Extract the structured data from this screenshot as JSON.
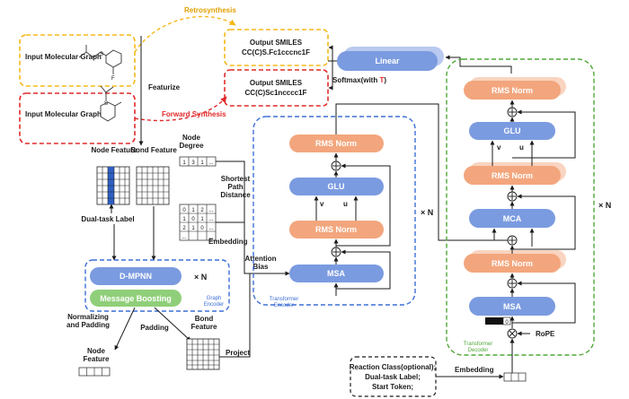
{
  "colors": {
    "blue_block": "#7b9be0",
    "orange_block": "#f3a67d",
    "green_block": "#90cf7a",
    "yellow_dash": "#f5b81a",
    "red_dash": "#e02a2a",
    "blue_dash": "#3b6fd6",
    "green_dash": "#4ea737",
    "retro_text": "#e0a000",
    "forward_text": "#e02a2a",
    "encoder_caption": "#3b6fd6",
    "decoder_caption": "#4ea737"
  },
  "inputs": {
    "top_label": "Input Molecular Graph",
    "bottom_label": "Input Molecular Graph",
    "retrosynthesis": "Retrosynthesis",
    "forward_synthesis": "Forward Synthesis",
    "featurize": "Featurize"
  },
  "outputs": {
    "top_title": "Output SMILES",
    "top_smiles": "CC(C)S.Fc1cccnc1F",
    "bottom_title": "Output SMILES",
    "bottom_smiles": "CC(C)Sc1ncccc1F",
    "softmax": "Softmax(with",
    "softmax_t": "T",
    "softmax_close": ")",
    "linear": "Linear"
  },
  "features": {
    "node_feature": "Node Feature",
    "bond_feature": "Bond Feature",
    "dual_task_label": "Dual-task Label",
    "node_degree": "Node Degree",
    "shortest_path_distance": "Shortest Path Distance",
    "embedding": "Embedding",
    "attention_bias": "Attention Bias",
    "degree_row": [
      "1",
      "3",
      "1",
      "..."
    ],
    "distance_rows": [
      [
        "0",
        "1",
        "2",
        "..."
      ],
      [
        "1",
        "0",
        "1",
        "..."
      ],
      [
        "2",
        "1",
        "0",
        "..."
      ],
      [
        "...",
        "",
        "",
        "..."
      ]
    ]
  },
  "graph_encoder": {
    "dmpnn": "D-MPNN",
    "message_boosting": "Message Boosting",
    "times_n": "× N",
    "caption": "Graph Encoder",
    "normalizing": "Normalizing and Padding",
    "padding": "Padding",
    "node_feature_out": "Node Feature",
    "bond_feature_out": "Bond Feature",
    "project": "Project"
  },
  "transformer_encoder": {
    "rms_top": "RMS Norm",
    "glu": "GLU",
    "v": "v",
    "u": "u",
    "rms_mid": "RMS Norm",
    "msa": "MSA",
    "times_n": "× N",
    "caption": "Transformer Encoder"
  },
  "transformer_decoder": {
    "rms_1": "RMS Norm",
    "glu": "GLU",
    "v": "v",
    "u": "u",
    "rms_2": "RMS Norm",
    "mca": "MCA",
    "rms_3": "RMS Norm",
    "msa": "MSA",
    "rope": "RoPE",
    "token_zero": "0",
    "times_n": "× N",
    "caption": "Transformer Decoder"
  },
  "decoder_input": {
    "line1": "Reaction Class(optional);",
    "line2": "Dual-task Label;",
    "line3": "Start Token;",
    "embedding": "Embedding"
  }
}
